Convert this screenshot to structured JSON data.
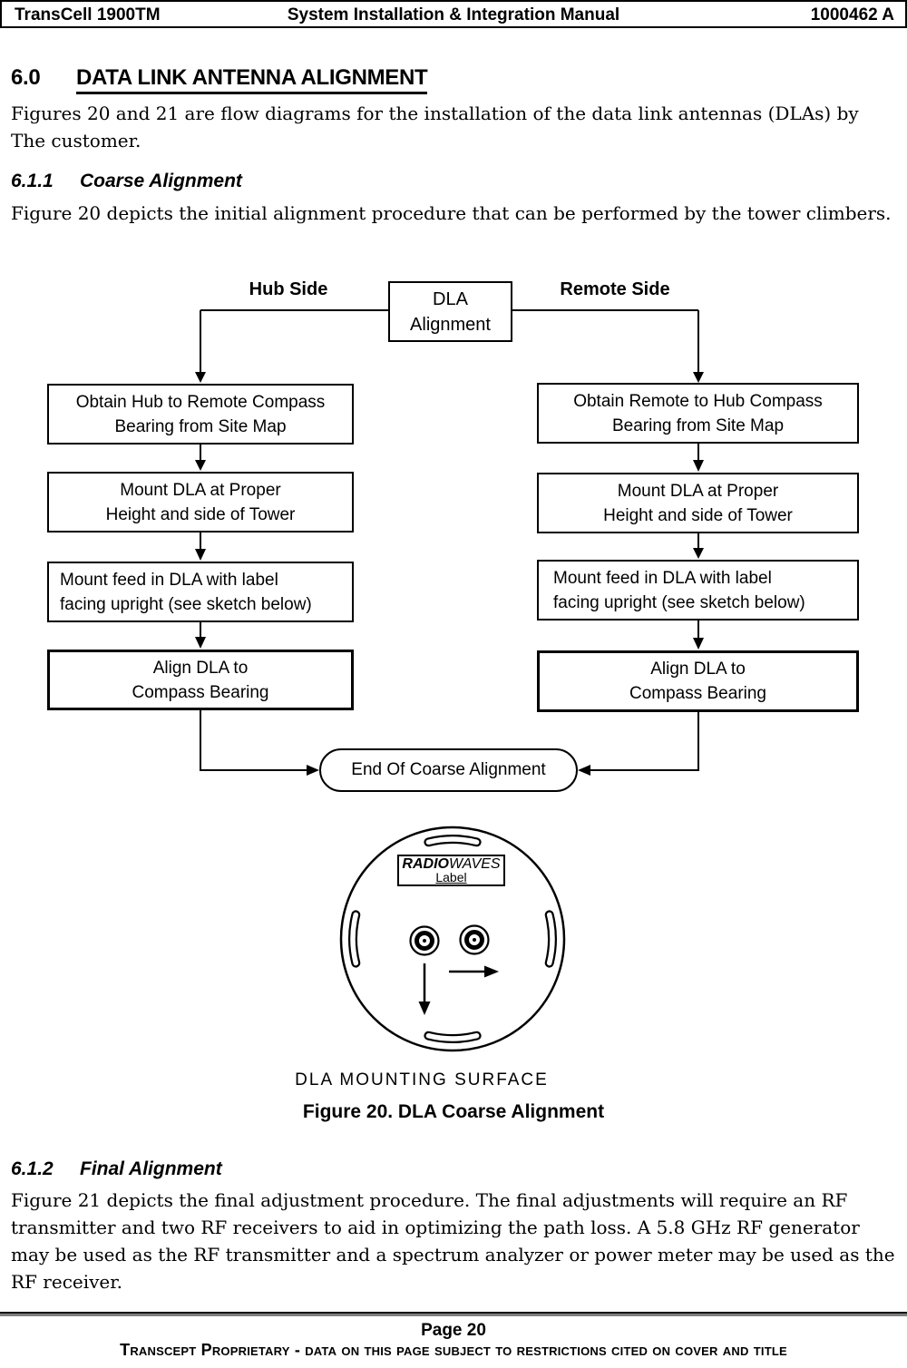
{
  "colors": {
    "ink": "#000000",
    "paper": "#ffffff",
    "footer_rule_gray": "#7d7d7d"
  },
  "header": {
    "product": "TransCell 1900TM",
    "title": "System Installation & Integration Manual",
    "doc_number": "1000462 A"
  },
  "sections": {
    "s60": {
      "number": "6.0",
      "title": "DATA LINK ANTENNA ALIGNMENT",
      "body": "Figures 20 and 21 are flow diagrams for the installation of the data link antennas (DLAs) by The customer."
    },
    "s611": {
      "number": "6.1.1",
      "title": "Coarse Alignment",
      "body": "Figure 20 depicts the initial alignment procedure that can be performed by the tower climbers."
    },
    "s612": {
      "number": "6.1.2",
      "title": "Final Alignment",
      "body": "Figure 21 depicts the final adjustment procedure. The final adjustments will require an RF transmitter and two RF receivers to aid in optimizing the path loss. A 5.8 GHz RF generator may be used as the RF transmitter and a spectrum analyzer or power meter may be used as the RF receiver."
    }
  },
  "diagram": {
    "hub_label": "Hub Side",
    "remote_label": "Remote Side",
    "root": {
      "line1": "DLA",
      "line2": "Alignment"
    },
    "hub_steps": [
      {
        "line1": "Obtain Hub to Remote Compass",
        "line2": "Bearing from Site Map"
      },
      {
        "line1": "Mount DLA at Proper",
        "line2": "Height and side of Tower"
      },
      {
        "line1": "Mount feed in DLA with label",
        "line2": "facing upright (see sketch below)"
      },
      {
        "line1": "Align DLA to",
        "line2": "Compass Bearing"
      }
    ],
    "remote_steps": [
      {
        "line1": "Obtain Remote to Hub Compass",
        "line2": "Bearing from Site Map"
      },
      {
        "line1": "Mount DLA at Proper",
        "line2": "Height and side of Tower"
      },
      {
        "line1": "Mount feed in DLA with label",
        "line2": "facing upright (see sketch below)"
      },
      {
        "line1": "Align DLA to",
        "line2": "Compass Bearing"
      }
    ],
    "end_label": "End Of Coarse Alignment",
    "sketch": {
      "brand_bold": "RADIO",
      "brand_light": "WAVES",
      "label": "Label",
      "caption": "DLA MOUNTING SURFACE"
    }
  },
  "figure_caption": "Figure 20. DLA Coarse Alignment",
  "footer": {
    "page": "Page 20",
    "proprietary": "Transcept Proprietary - data on this page subject to restrictions cited on cover and title"
  }
}
